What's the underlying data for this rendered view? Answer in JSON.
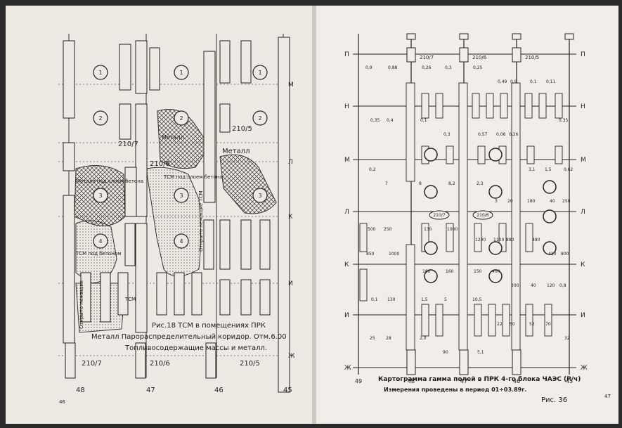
{
  "left_page": {
    "page_number": "46",
    "caption": {
      "fig": "Рис.18",
      "line1": "ТСМ в помещениях ПРК",
      "line2": "Металл Пароpаспределительный коридор. Отм.6.00",
      "line3": "Топливосодержащие массы и металл."
    },
    "axis_columns": [
      "48",
      "47",
      "46",
      "45"
    ],
    "axis_rows": [
      "М",
      "Л",
      "К",
      "И",
      "Ж"
    ],
    "corridor_labels": [
      "210/7",
      "210/6",
      "210/5"
    ],
    "area_labels": {
      "metal_top": "Металл",
      "metal_under_concrete": "Металл под слоем бетона",
      "metal_right": "Металл",
      "tsm_under_concrete_left": "ТСМ под бетоном",
      "tsm_under_concrete_mid": "ТСМ под слоем бетона",
      "tsm_open": "Открыто лежащие ТСМ",
      "tsm_open_left": "Открыто лежащие",
      "metal_left": "Металл под слоем бетона",
      "tsm_label_small": "ТСМ"
    },
    "drum_numbers": [
      "1",
      "1",
      "1",
      "2",
      "2",
      "2",
      "3",
      "3",
      "3",
      "4",
      "4"
    ]
  },
  "right_page": {
    "page_number": "47",
    "fig": "Рис. 36",
    "title_line1": "Картограмма гамма полей в ПРК 4-го блока ЧАЭС (Р/ч)",
    "title_line2": "Измерения проведены в период 01÷03.89г.",
    "axis_rows": [
      "П",
      "Н",
      "М",
      "Л",
      "К",
      "И",
      "Ж"
    ],
    "axis_columns": [
      "49",
      "48",
      "47",
      "46",
      "45"
    ],
    "corridor_labels": [
      "210/7",
      "210/6",
      "210/5"
    ],
    "room_tags": [
      "210/7",
      "210/6"
    ],
    "readings": [
      "0,9",
      "0,88",
      "0,26",
      "0,3",
      "0,25",
      "0,49",
      "0,9",
      "0,1",
      "0,11",
      "0,35",
      "0,35",
      "0,4",
      "0,1",
      "0,3",
      "0,57",
      "0,08",
      "0,26",
      "3,1",
      "1,5",
      "0,62",
      "0,2",
      "7",
      "8",
      "8,2",
      "2,3",
      "3",
      "20",
      "180",
      "40",
      "250",
      "500",
      "250",
      "130",
      "1000",
      "1200",
      "1100",
      "880",
      "480",
      "410",
      "800",
      "850",
      "1000",
      "160",
      "160",
      "150",
      "400",
      "300",
      "40",
      "120",
      "0,8",
      "0,1",
      "130",
      "1,5",
      "5",
      "10,5",
      "22",
      "50",
      "52",
      "70",
      "32",
      "25",
      "28",
      "2,0",
      "90",
      "5,1"
    ]
  }
}
